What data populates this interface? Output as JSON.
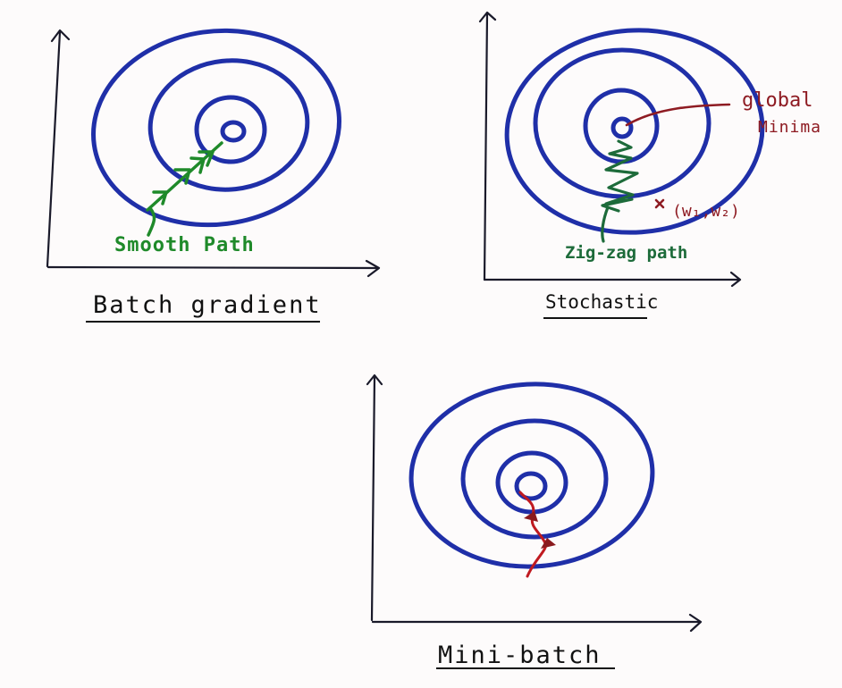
{
  "diagram": {
    "topic": "Gradient descent variants on loss contours",
    "colors": {
      "axis": "#1a1a2a",
      "contour": "#1f2fa8",
      "smooth_path": "#1f8a2a",
      "zigzag_path": "#1d6b3a",
      "minibatch_path": "#c01a20",
      "annotation_red": "#8e1b22"
    },
    "panels": [
      {
        "id": "batch",
        "title": "Batch gradient",
        "path_label": "Smooth Path",
        "contour_rings": 4
      },
      {
        "id": "stochastic",
        "title": "Stochastic",
        "path_label": "Zig-zag path",
        "minimum_label_line1": "global",
        "minimum_label_line2": "Minima",
        "start_point_label": "(w₁,w₂)",
        "contour_rings": 4
      },
      {
        "id": "minibatch",
        "title": "Mini-batch",
        "contour_rings": 4
      }
    ]
  }
}
